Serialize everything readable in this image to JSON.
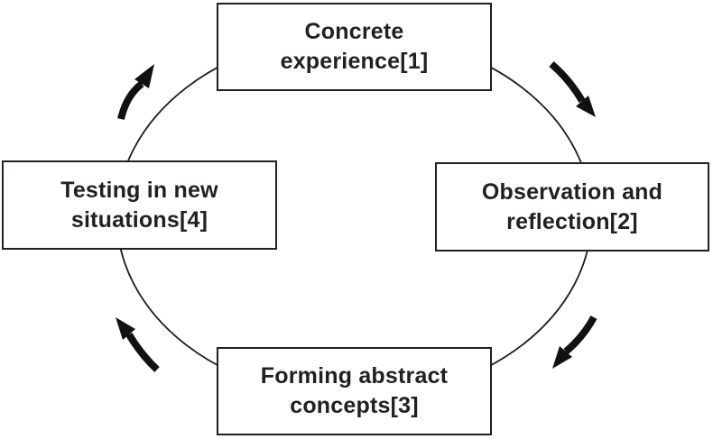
{
  "diagram": {
    "kind": "cycle-diagram",
    "direction": "clockwise",
    "nodes": [
      {
        "step": "1",
        "position": "top",
        "label": "Concrete experience[1]",
        "lines": [
          "Concrete",
          "experience[1]"
        ]
      },
      {
        "step": "2",
        "position": "right",
        "label": "Observation and reflection[2]",
        "lines": [
          "Observation and",
          "reflection[2]"
        ]
      },
      {
        "step": "3",
        "position": "bottom",
        "label": "Forming abstract concepts[3]",
        "lines": [
          "Forming abstract",
          "concepts[3]"
        ]
      },
      {
        "step": "4",
        "position": "left",
        "label": "Testing in new situations[4]",
        "lines": [
          "Testing in new",
          "situations[4]"
        ]
      }
    ],
    "arrows": [
      {
        "name": "top-left-arrow",
        "points": "up-right",
        "meaning": "from Testing in new situations[4] to Concrete experience[1]"
      },
      {
        "name": "top-right-arrow",
        "points": "down-right",
        "meaning": "from Concrete experience[1] to Observation and reflection[2]"
      },
      {
        "name": "bottom-right-arrow",
        "points": "down-left",
        "meaning": "from Observation and reflection[2] to Forming abstract concepts[3]"
      },
      {
        "name": "bottom-left-arrow",
        "points": "up-left",
        "meaning": "from Forming abstract concepts[3] to Testing in new situations[4]"
      }
    ],
    "colors": {
      "line": "#1a1a1a",
      "border": "#231f20",
      "text": "#231f20",
      "arrow": "#111111",
      "background": "#ffffff"
    }
  }
}
